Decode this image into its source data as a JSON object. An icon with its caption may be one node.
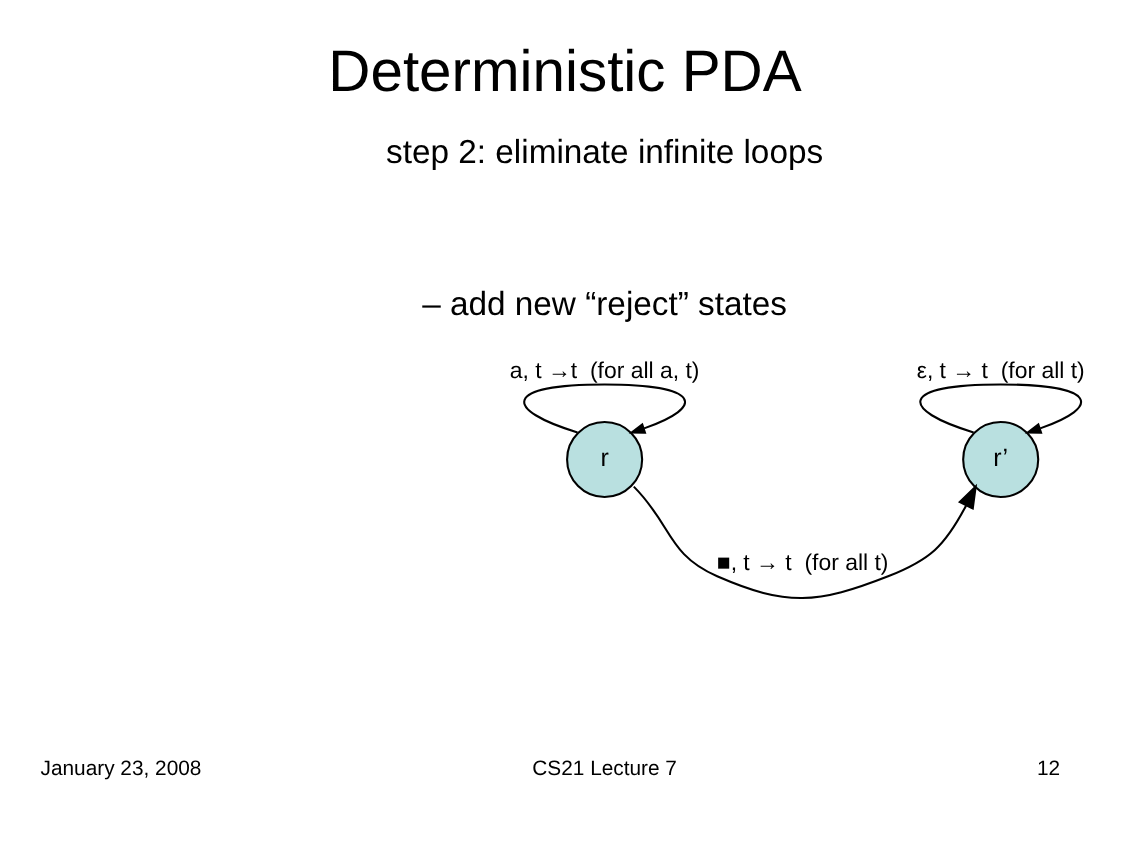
{
  "diagram": {
    "title": "Deterministic PDA",
    "nodes": [
      {
        "text": [
          "r"
        ]
      },
      {
        "text": [
          "r’"
        ]
      }
    ],
    "edges": [
      {
        "from": 0,
        "to": 0,
        "arrow": "to",
        "label": "a, t →t  (for all a, t)"
      },
      {
        "from": 1,
        "to": 1,
        "arrow": "to",
        "label": "ε, t → t  (for all t)"
      },
      {
        "from": 0,
        "to": 1,
        "arrow": "to",
        "label": "■, t → t  (for all t)"
      }
    ],
    "labels": [
      "step 2: eliminate infinite loops",
      "– add new “reject” states",
      "January 23, 2008",
      "CS21 Lecture 7",
      "12"
    ]
  }
}
